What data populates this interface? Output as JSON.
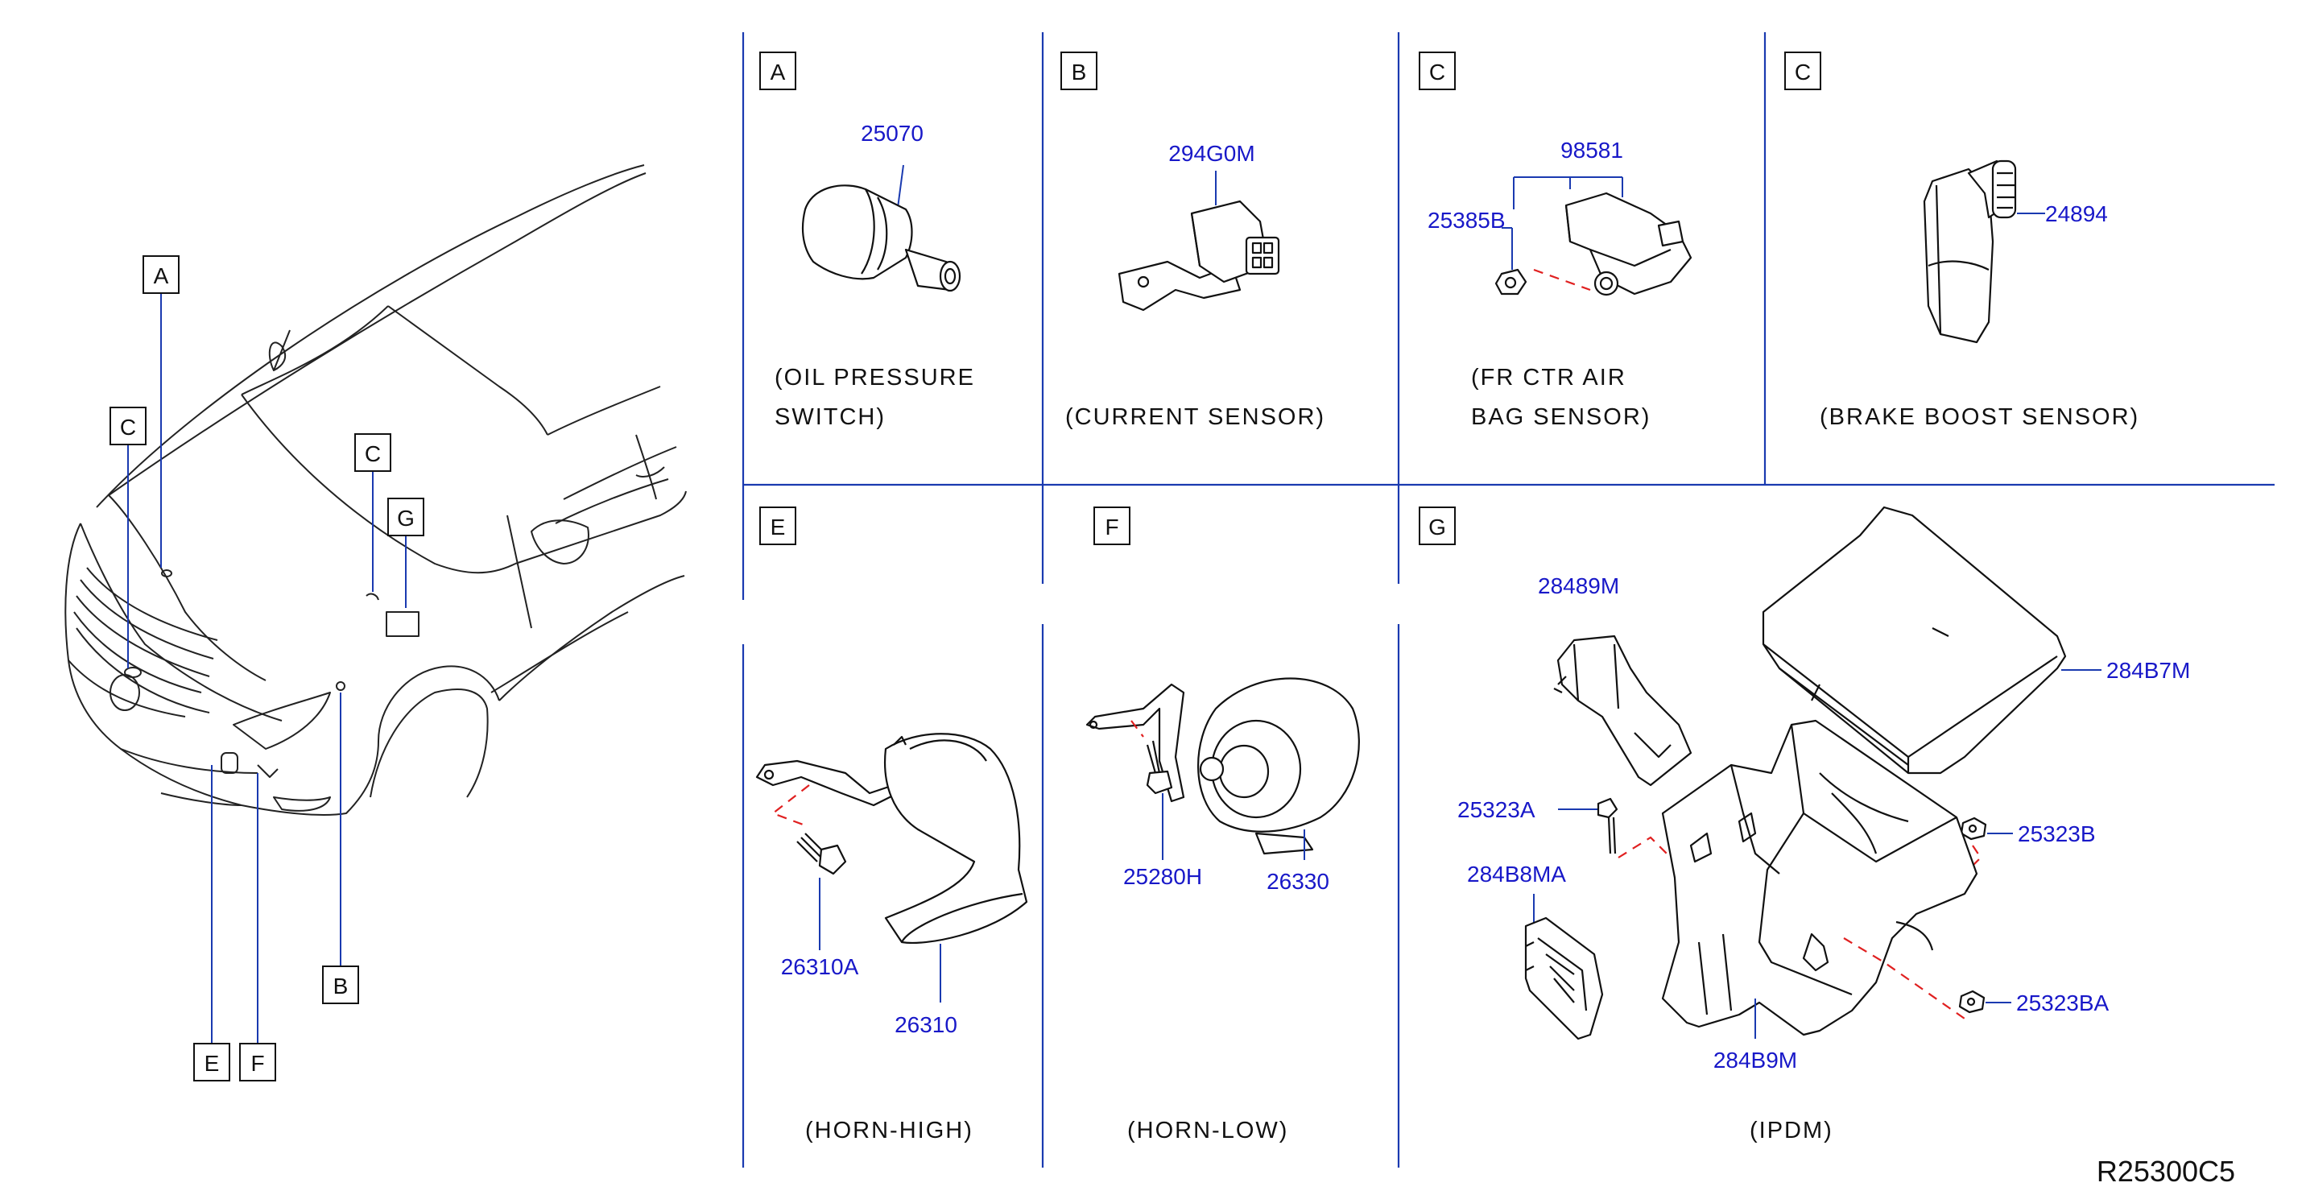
{
  "callouts": {
    "A": "A",
    "B": "B",
    "C": "C",
    "E": "E",
    "F": "F",
    "G": "G"
  },
  "sections": {
    "A": {
      "box": "A",
      "part": "25070",
      "caption_1": "(OIL   PRESSURE",
      "caption_2": "SWITCH)"
    },
    "B": {
      "box": "B",
      "part": "294G0M",
      "caption_1": "(CURRENT   SENSOR)"
    },
    "C1": {
      "box": "C",
      "part_1": "98581",
      "part_2": "25385B",
      "caption_1": "(FR   CTR   AIR",
      "caption_2": "BAG   SENSOR)"
    },
    "C2": {
      "box": "C",
      "part": "24894",
      "caption_1": "(BRAKE   BOOST   SENSOR)"
    },
    "E": {
      "box": "E",
      "part_1": "26310A",
      "part_2": "26310",
      "caption_1": "(HORN-HIGH)"
    },
    "F": {
      "box": "F",
      "part_1": "25280H",
      "part_2": "26330",
      "caption_1": "(HORN-LOW)"
    },
    "G": {
      "box": "G",
      "part_1": "28489M",
      "part_2": "284B7M",
      "part_3": "25323A",
      "part_4": "25323B",
      "part_5": "284B8MA",
      "part_6": "25323BA",
      "part_7": "284B9M",
      "caption_1": "(IPDM)"
    }
  },
  "reference": "R25300C5",
  "colors": {
    "label_blue": "#1818c8",
    "divider_blue": "#1a3ab0",
    "dash_red": "#e02020"
  }
}
